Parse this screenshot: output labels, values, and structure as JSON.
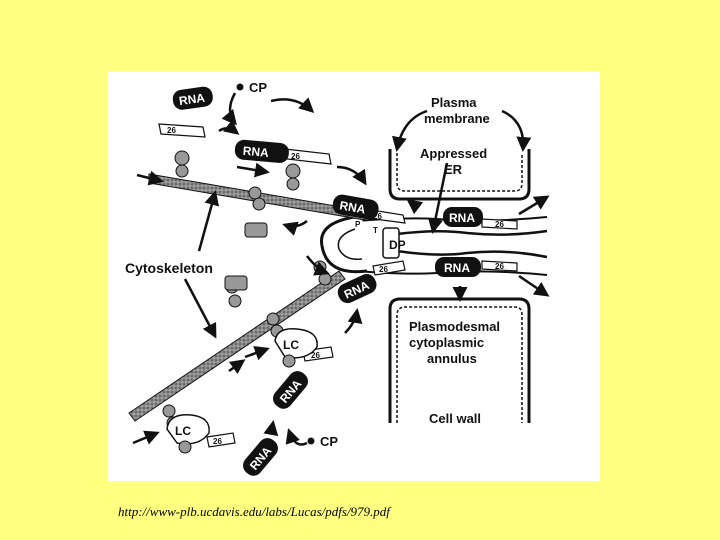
{
  "figure": {
    "labels": {
      "cp_top": "CP",
      "cp_bottom": "CP",
      "plasma_membrane_1": "Plasma",
      "plasma_membrane_2": "membrane",
      "appressed_er_1": "Appressed",
      "appressed_er_2": "ER",
      "cytoskeleton": "Cytoskeleton",
      "dp": "DP",
      "annulus_1": "Plasmodesmal",
      "annulus_2": "cytoplasmic",
      "annulus_3": "annulus",
      "cell_wall": "Cell wall",
      "lc_1": "LC",
      "lc_2": "LC"
    },
    "rna_label": "RNA",
    "num_26": "26",
    "letter_t": "T",
    "letter_p": "P"
  },
  "footer": {
    "url": "http://www-plb.ucdavis.edu/labs/Lucas/pdfs/979.pdf"
  }
}
